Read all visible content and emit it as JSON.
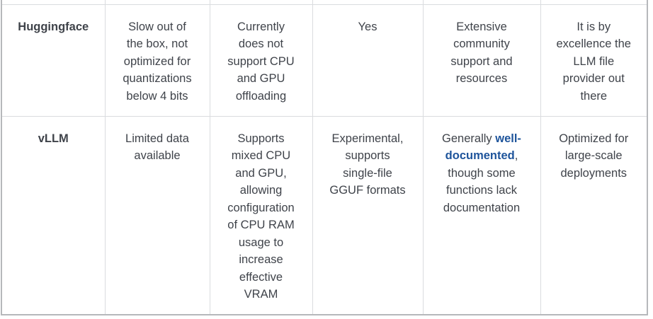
{
  "table": {
    "description": "Comparison table of LLM serving frameworks (cropped: header row cut off at top)",
    "colors": {
      "text": "#3f434a",
      "link": "#1e549b",
      "inner_border": "#dadcdf",
      "outer_border": "#b6b8bb",
      "background": "#ffffff"
    },
    "rows": [
      {
        "label": "Huggingface",
        "cells": [
          {
            "text": "Slow out of\nthe box, not\noptimized for\nquantizations\nbelow 4 bits"
          },
          {
            "text": "Currently\ndoes not\nsupport CPU\nand GPU\noffloading"
          },
          {
            "text": "Yes"
          },
          {
            "text": "Extensive\ncommunity\nsupport and\nresources"
          },
          {
            "text": "It is by\nexcellence the\nLLM file\nprovider out\nthere"
          }
        ]
      },
      {
        "label": "vLLM",
        "cells": [
          {
            "text": "Limited data\navailable"
          },
          {
            "text": "Supports\nmixed CPU\nand GPU,\nallowing\nconfiguration\nof CPU RAM\nusage to\nincrease\neffective\nVRAM"
          },
          {
            "text": "Experimental,\nsupports\nsingle-file\nGGUF formats"
          },
          {
            "segments": [
              {
                "text": "Generally ",
                "style": "normal"
              },
              {
                "text": "well-\ndocumented",
                "style": "link"
              },
              {
                "text": ",\nthough some\nfunctions lack\ndocumentation",
                "style": "normal"
              }
            ]
          },
          {
            "text": "Optimized for\nlarge-scale\ndeployments"
          }
        ]
      }
    ]
  }
}
